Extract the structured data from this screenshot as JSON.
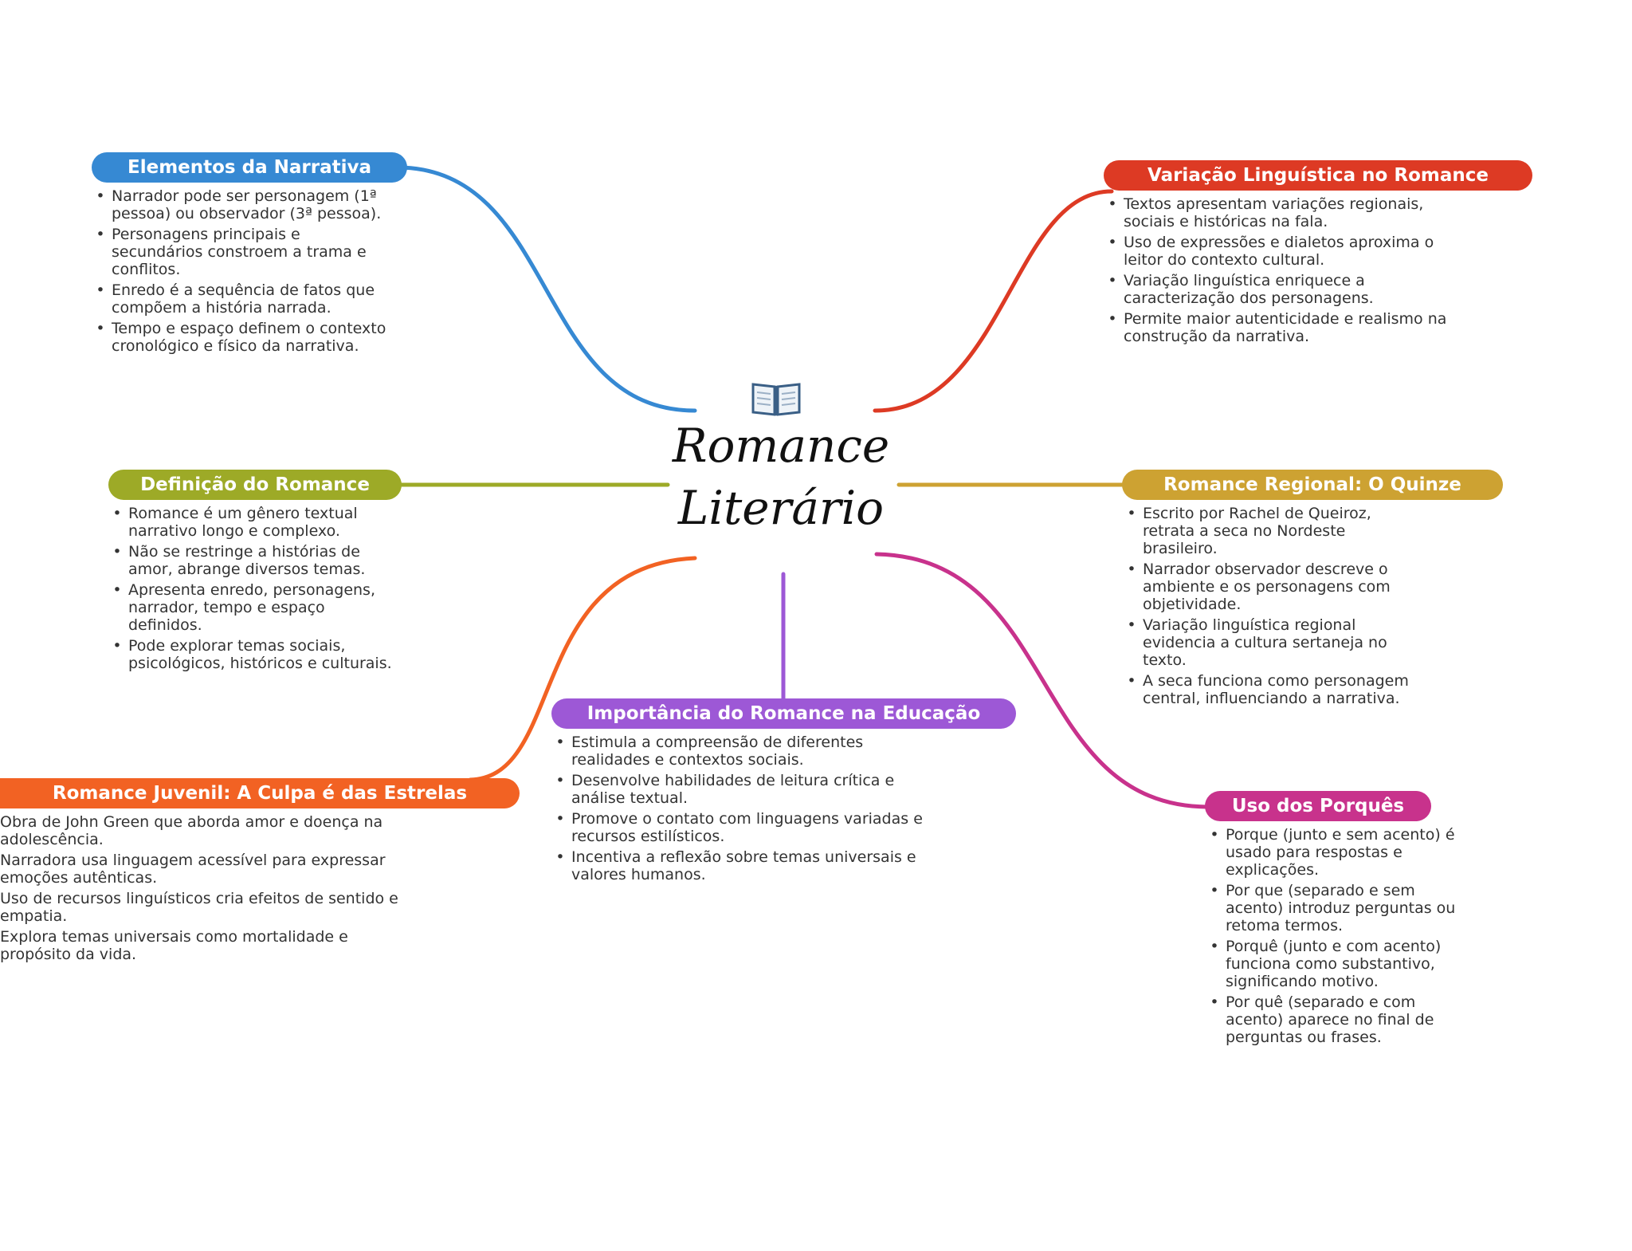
{
  "center": {
    "title": "Romance Literário",
    "icon": "book-icon"
  },
  "branches": [
    {
      "id": "elementos",
      "title": "Elementos da Narrativa",
      "color": "#3689D3",
      "items": [
        "Narrador pode ser personagem (1ª pessoa) ou observador (3ª pessoa).",
        "Personagens principais e secundários constroem a trama e conflitos.",
        "Enredo é a sequência de fatos que compõem a história narrada.",
        "Tempo e espaço definem o contexto cronológico e físico da narrativa."
      ]
    },
    {
      "id": "variacao",
      "title": "Variação Linguística no Romance",
      "color": "#DD3A24",
      "items": [
        "Textos apresentam variações regionais, sociais e históricas na fala.",
        "Uso de expressões e dialetos aproxima o leitor do contexto cultural.",
        "Variação linguística enriquece a caracterização dos personagens.",
        "Permite maior autenticidade e realismo na construção da narrativa."
      ]
    },
    {
      "id": "definicao",
      "title": "Definição do Romance",
      "color": "#9DAA27",
      "items": [
        "Romance é um gênero textual narrativo longo e complexo.",
        "Não se restringe a histórias de amor, abrange diversos temas.",
        "Apresenta enredo, personagens, narrador, tempo e espaço definidos.",
        "Pode explorar temas sociais, psicológicos, históricos e culturais."
      ]
    },
    {
      "id": "regional",
      "title": "Romance Regional: O Quinze",
      "color": "#CDA232",
      "items": [
        "Escrito por Rachel de Queiroz, retrata a seca no Nordeste brasileiro.",
        "Narrador observador descreve o ambiente e os personagens com objetividade.",
        "Variação linguística regional evidencia a cultura sertaneja no texto.",
        "A seca funciona como personagem central, influenciando a narrativa."
      ]
    },
    {
      "id": "educacao",
      "title": "Importância do Romance na Educação",
      "color": "#9D58D6",
      "items": [
        "Estimula a compreensão de diferentes realidades e contextos sociais.",
        "Desenvolve habilidades de leitura crítica e análise textual.",
        "Promove o contato com linguagens variadas e recursos estilísticos.",
        "Incentiva a reflexão sobre temas universais e valores humanos."
      ]
    },
    {
      "id": "juvenil",
      "title": "Romance Juvenil: A Culpa é das Estrelas",
      "color": "#F26223",
      "items": [
        "Obra de John Green que aborda amor e doença na adolescência.",
        "Narradora usa linguagem acessível para expressar emoções autênticas.",
        "Uso de recursos linguísticos cria efeitos de sentido e empatia.",
        "Explora temas universais como mortalidade e propósito da vida."
      ]
    },
    {
      "id": "porques",
      "title": "Uso dos Porquês",
      "color": "#C8328C",
      "items": [
        "Porque (junto e sem acento) é usado para respostas e explicações.",
        "Por que (separado e sem acento) introduz perguntas ou retoma termos.",
        "Porquê (junto e com acento) funciona como substantivo, significando motivo.",
        "Por quê (separado e com acento) aparece no final de perguntas ou frases."
      ]
    }
  ]
}
